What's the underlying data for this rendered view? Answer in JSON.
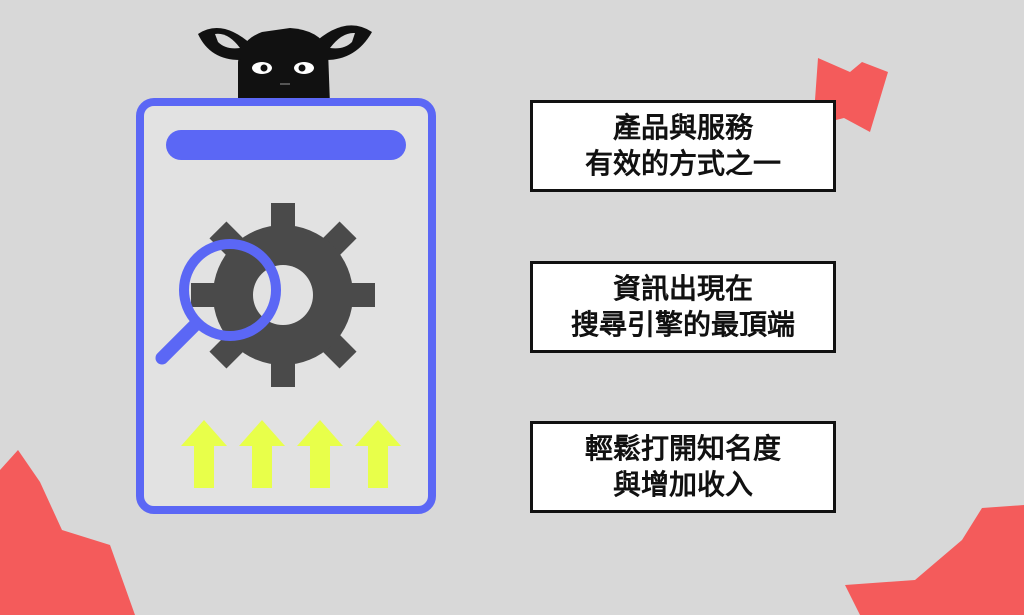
{
  "colors": {
    "background": "#d8d8d8",
    "accent_blue": "#5b67f5",
    "accent_red": "#f45b5b",
    "arrow_yellow": "#e8ff4a",
    "gear": "#4a4a4a",
    "card_fill": "#e2e2e2",
    "box_border": "#111111"
  },
  "icons": [
    "cat-mascot-icon",
    "gear-icon",
    "magnifier-icon",
    "up-arrow-icon"
  ],
  "text_boxes": [
    {
      "lines": [
        "產品與服務",
        "有效的方式之一"
      ]
    },
    {
      "lines": [
        "資訊出現在",
        "搜尋引擎的最頂端"
      ]
    },
    {
      "lines": [
        "輕鬆打開知名度",
        "與增加收入"
      ]
    }
  ]
}
